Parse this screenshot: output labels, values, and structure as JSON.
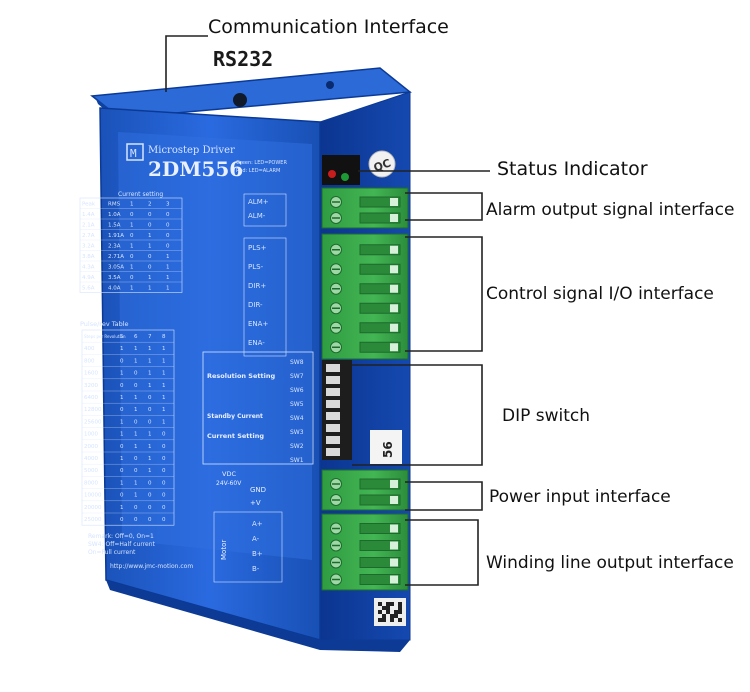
{
  "callouts": {
    "communication": "Communication Interface",
    "rs232": "RS232",
    "status": "Status Indicator",
    "alarm": "Alarm output signal interface",
    "control": "Control signal I/O interface",
    "dip": "DIP switch",
    "power": "Power input interface",
    "winding": "Winding line output interface"
  },
  "device": {
    "brand": "Microstep Driver",
    "model": "2DM556",
    "website": "http://www.jmc-motion.com",
    "qc": "QC",
    "led_legend": [
      "Green: LED=POWER",
      "Red: LED=ALARM"
    ],
    "current_table": {
      "title": "Current setting",
      "headers": [
        "Peak",
        "RMS",
        "1",
        "2",
        "3"
      ],
      "rows": [
        [
          "1.4A",
          "1.0A",
          "0",
          "0",
          "0"
        ],
        [
          "2.1A",
          "1.5A",
          "1",
          "0",
          "0"
        ],
        [
          "2.7A",
          "1.91A",
          "0",
          "1",
          "0"
        ],
        [
          "3.2A",
          "2.3A",
          "1",
          "1",
          "0"
        ],
        [
          "3.8A",
          "2.71A",
          "0",
          "0",
          "1"
        ],
        [
          "4.3A",
          "3.05A",
          "1",
          "0",
          "1"
        ],
        [
          "4.9A",
          "3.5A",
          "0",
          "1",
          "1"
        ],
        [
          "5.6A",
          "4.0A",
          "1",
          "1",
          "1"
        ]
      ]
    },
    "pulse_table": {
      "title": "Pulse/rev Table",
      "headers": [
        "Steps per Revolution",
        "5",
        "6",
        "7",
        "8"
      ],
      "rows": [
        [
          "400",
          "1",
          "1",
          "1",
          "1"
        ],
        [
          "800",
          "0",
          "1",
          "1",
          "1"
        ],
        [
          "1600",
          "1",
          "0",
          "1",
          "1"
        ],
        [
          "3200",
          "0",
          "0",
          "1",
          "1"
        ],
        [
          "6400",
          "1",
          "1",
          "0",
          "1"
        ],
        [
          "12800",
          "0",
          "1",
          "0",
          "1"
        ],
        [
          "25600",
          "1",
          "0",
          "0",
          "1"
        ],
        [
          "1000",
          "1",
          "1",
          "1",
          "0"
        ],
        [
          "2000",
          "0",
          "1",
          "1",
          "0"
        ],
        [
          "4000",
          "1",
          "0",
          "1",
          "0"
        ],
        [
          "5000",
          "0",
          "0",
          "1",
          "0"
        ],
        [
          "8000",
          "1",
          "1",
          "0",
          "0"
        ],
        [
          "10000",
          "0",
          "1",
          "0",
          "0"
        ],
        [
          "20000",
          "1",
          "0",
          "0",
          "0"
        ],
        [
          "25000",
          "0",
          "0",
          "0",
          "0"
        ]
      ]
    },
    "remark": [
      "Remark: Off=0, On=1",
      "SW4: Off=Half current",
      "On=Full current"
    ],
    "alarm_pins": [
      "ALM+",
      "ALM-"
    ],
    "control_pins": [
      "PLS+",
      "PLS-",
      "DIR+",
      "DIR-",
      "ENA+",
      "ENA-"
    ],
    "switch_groups": {
      "resolution": "Resolution Setting",
      "standby": "Standby Current",
      "current": "Current Setting"
    },
    "switch_labels": [
      "SW8",
      "SW7",
      "SW6",
      "SW5",
      "SW4",
      "SW3",
      "SW2",
      "SW1"
    ],
    "power_block": {
      "label": "VDC",
      "range": "24V-60V",
      "pins": [
        "GND",
        "+V"
      ]
    },
    "motor_block": {
      "label": "Motor",
      "pins": [
        "A+",
        "A-",
        "B+",
        "B-"
      ]
    }
  },
  "colors": {
    "housing": "#1c5fd0",
    "housing_dark": "#0d3e9e",
    "label_panel": "#2f6fe0",
    "terminal": "#3aa84a",
    "terminal_dark": "#23863a",
    "callout_line": "#222222"
  }
}
